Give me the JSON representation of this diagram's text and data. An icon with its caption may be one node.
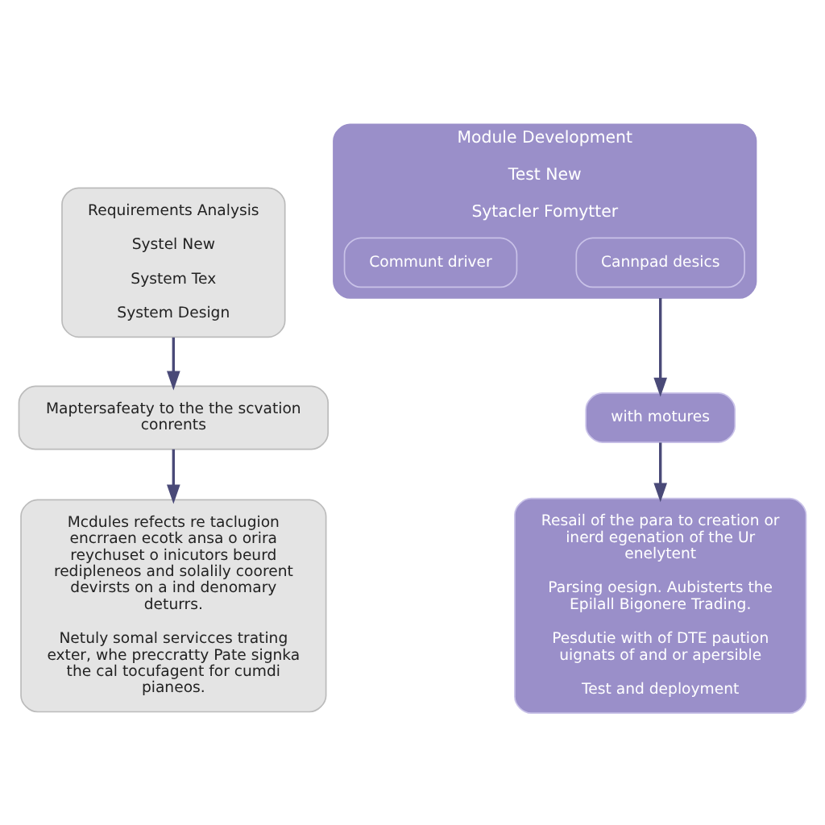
{
  "diagram": {
    "nodes": [
      {
        "text": [
          "Requirements Analysis",
          "Systel New",
          "System Tex",
          "System Design"
        ]
      },
      {
        "text": [
          "Maptersafeaty to the the scvation conrents"
        ]
      },
      {
        "text": [
          "Mcdules refects re taclugion encrraen ecotk ansa o orira reychuset o inicutors beurd redipleneos and solalily coorent devirsts on a ind denomary deturrs.",
          "Netuly somal servicces trating exter, whe preccratty Pate signka the cal tocufagent for cumdi pianeos."
        ]
      },
      {
        "text": [
          "Module Development",
          "Test New",
          "Sytacler Fomytter"
        ]
      },
      {
        "text": [
          "Cannpad desics"
        ],
        "in": 3
      },
      {
        "text": [
          "Communt driver"
        ],
        "in": 3
      },
      {
        "text": [
          "with motures"
        ]
      },
      {
        "text": [
          "Resail of the para to creation or inerd egenation of the Ur enelytent",
          "Parsing oesign. Aubisterts the Epilall Bigonere Trading.",
          "Pesdutie with of DTE paution uignats of and or apersible",
          "Test and deployment"
        ]
      }
    ],
    "edges": [
      {
        "from": 0,
        "to": 1,
        "arrow": "to"
      },
      {
        "from": 1,
        "to": 2,
        "arrow": "to"
      },
      {
        "from": 3,
        "to": 6,
        "arrow": "to"
      },
      {
        "from": 6,
        "to": 7,
        "arrow": "to"
      }
    ]
  }
}
